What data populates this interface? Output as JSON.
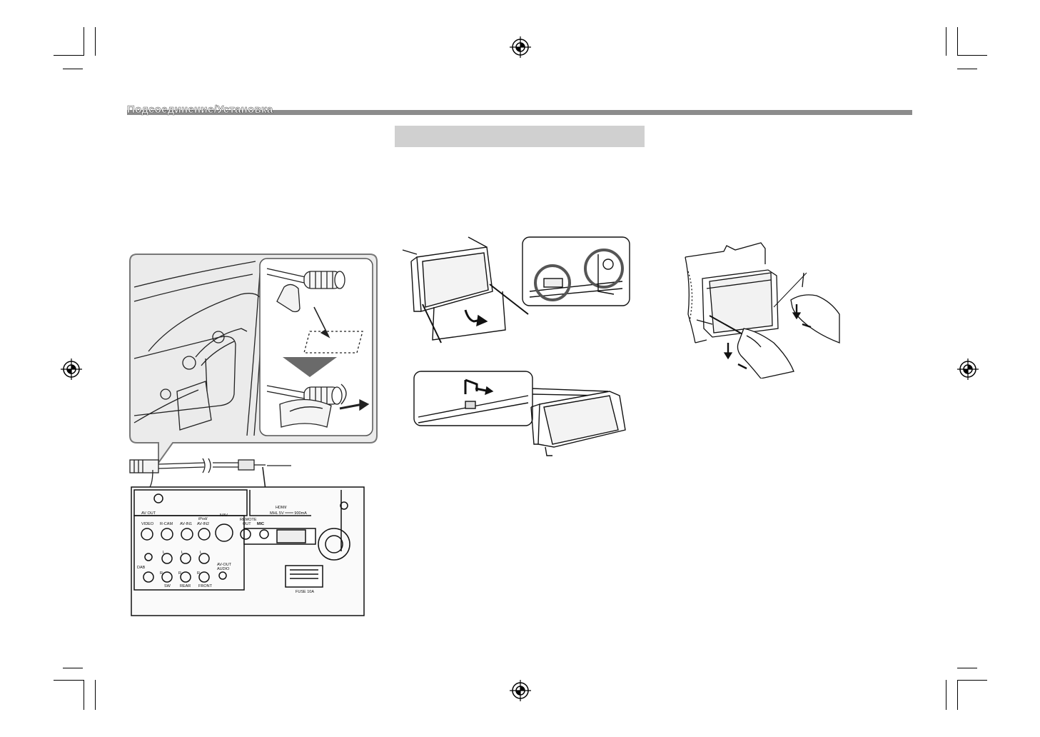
{
  "header": {
    "section_title": "Подсоединение/Установка"
  },
  "panel_labels": {
    "av_out": "AV OUT",
    "hdmi": "HDMI/",
    "mhl": "MHL 5V ═══ 900mA",
    "video": "VIDEO",
    "r_cam": "R-CAM",
    "av_in1": "AV-IN1",
    "ipod_top": "iPod/",
    "ipod_bottom": "AV-IN2",
    "nav": "NAV",
    "remote_top": "REMOTE",
    "remote_bottom": "OUT",
    "mic": "MIC",
    "l": "L",
    "r": "R",
    "dab": "DAB",
    "sw": "SW",
    "rear": "REAR",
    "front": "FRONT",
    "av_out_top": "AV-OUT",
    "av_out_bottom": "AUDIO",
    "fuse": "FUSE 10A"
  },
  "colors": {
    "section_bar": "#8c8c8c",
    "sub_header_box": "#d0d0d0",
    "panel_fill": "#f4f4f4"
  }
}
